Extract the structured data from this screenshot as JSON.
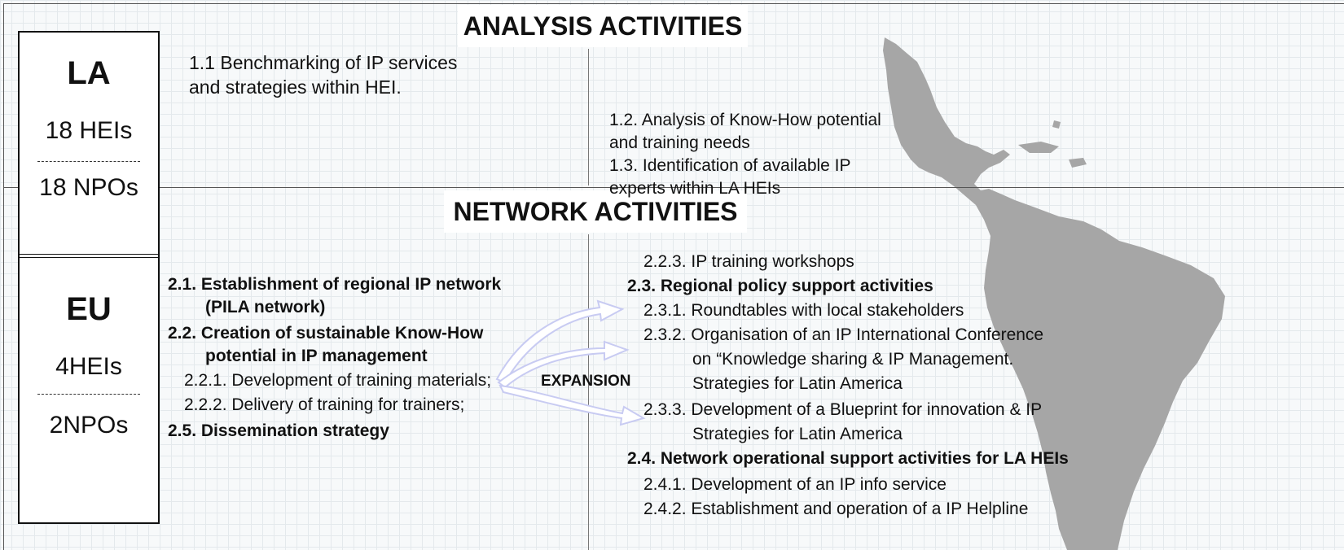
{
  "analysis": {
    "title": "ANALYSIS ACTIVITIES",
    "item_1_1": [
      "1.1 Benchmarking of IP services",
      "and strategies within HEI."
    ],
    "item_1_2": [
      "1.2. Analysis of Know-How potential",
      "and training needs"
    ],
    "item_1_3": [
      "1.3. Identification of available IP",
      "experts within LA HEIs"
    ]
  },
  "network": {
    "title": "NETWORK ACTIVITIES",
    "left_items": [
      "2.1. Establishment of regional IP network",
      "(PILA network)",
      "2.2. Creation of sustainable Know-How",
      "potential in IP management",
      "2.2.1. Development of training materials;",
      "2.2.2. Delivery of training for trainers;",
      "2.5. Dissemination strategy"
    ],
    "expansion_label": "EXPANSION",
    "right_items": [
      "2.2.3. IP training workshops",
      "2.3. Regional policy support activities",
      "2.3.1. Roundtables with local stakeholders",
      "2.3.2. Organisation of an IP International Conference",
      "on “Knowledge sharing & IP Management.",
      "Strategies for Latin America",
      "2.3.3. Development of a Blueprint for innovation & IP",
      "Strategies for Latin America",
      "2.4. Network operational support activities for LA HEIs",
      "2.4.1. Development of an IP info service",
      "2.4.2. Establishment and operation of a IP Helpline"
    ]
  },
  "regions": {
    "la": {
      "label": "LA",
      "heis": "18 HEIs",
      "npos": "18 NPOs"
    },
    "eu": {
      "label": "EU",
      "heis": "4HEIs",
      "npos": "2NPOs"
    }
  },
  "colors": {
    "map": "#a6a6a6",
    "arrow": "#c8cbf2",
    "frame": "#555555"
  }
}
